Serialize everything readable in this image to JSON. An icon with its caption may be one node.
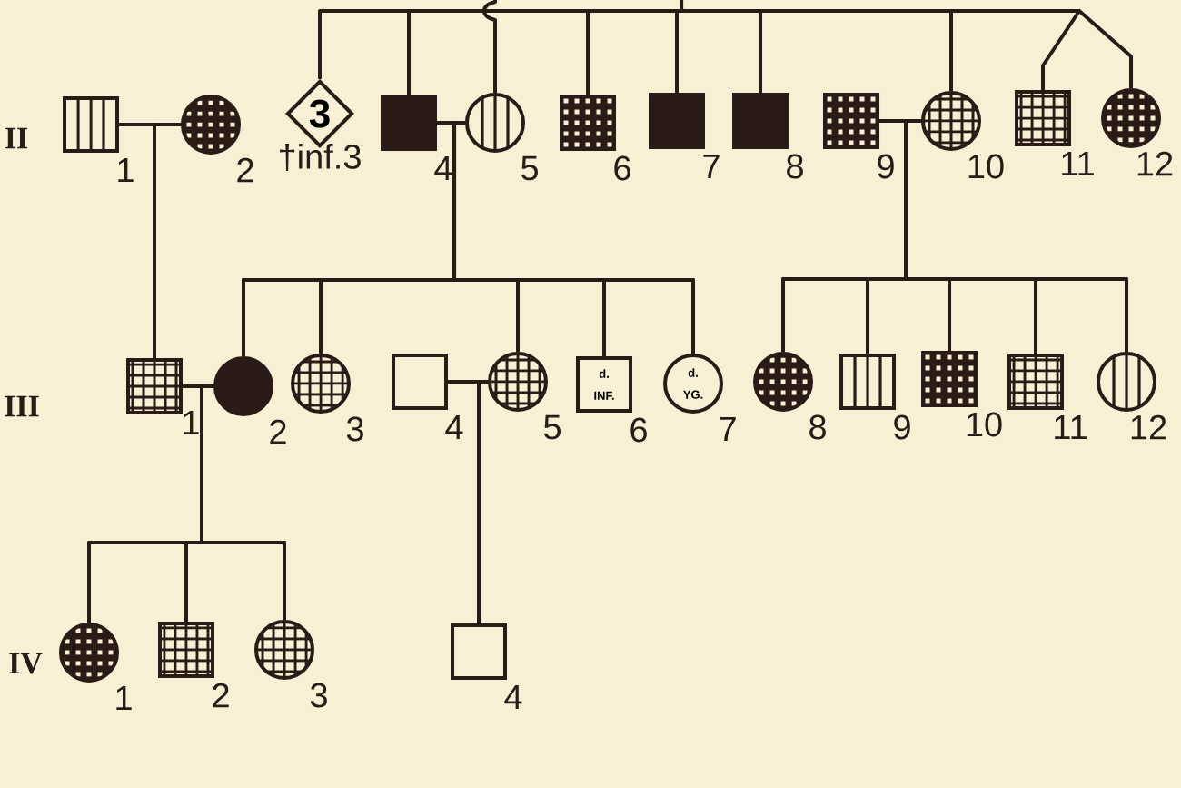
{
  "diagram": {
    "nodes": [
      {
        "text": [],
        "shape": "box",
        "beside": [
          "1"
        ]
      },
      {
        "text": [],
        "shape": "circle",
        "beside": [
          "2"
        ]
      },
      {
        "text": [
          "3"
        ],
        "beside": [
          "†inf.3"
        ]
      },
      {
        "text": [],
        "shape": "box",
        "beside": [
          "4"
        ]
      },
      {
        "text": [],
        "shape": "circle",
        "beside": [
          "5"
        ]
      },
      {
        "text": [],
        "shape": "box",
        "beside": [
          "6"
        ]
      },
      {
        "text": [],
        "shape": "box",
        "beside": [
          "7"
        ]
      },
      {
        "text": [],
        "shape": "box",
        "beside": [
          "8"
        ]
      },
      {
        "text": [],
        "shape": "box",
        "beside": [
          "9"
        ]
      },
      {
        "text": [],
        "shape": "circle",
        "beside": [
          "10"
        ]
      },
      {
        "text": [],
        "shape": "box",
        "beside": [
          "11"
        ]
      },
      {
        "text": [],
        "shape": "circle",
        "beside": [
          "12"
        ]
      },
      {
        "text": [],
        "shape": "box",
        "beside": [
          "1"
        ]
      },
      {
        "text": [],
        "shape": "circle",
        "beside": [
          "2"
        ]
      },
      {
        "text": [],
        "shape": "circle",
        "beside": [
          "3"
        ]
      },
      {
        "text": [],
        "shape": "box",
        "beside": [
          "4"
        ]
      },
      {
        "text": [],
        "shape": "circle",
        "beside": [
          "5"
        ]
      },
      {
        "text": [
          "d. INF."
        ],
        "beside": [
          "6"
        ]
      },
      {
        "text": [
          "d. YG."
        ],
        "beside": [
          "7"
        ]
      },
      {
        "text": [],
        "shape": "circle",
        "beside": [
          "8"
        ]
      },
      {
        "text": [],
        "shape": "box",
        "beside": [
          "9"
        ]
      },
      {
        "text": [],
        "shape": "box",
        "beside": [
          "10"
        ]
      },
      {
        "text": [],
        "shape": "box",
        "beside": [
          "11"
        ]
      },
      {
        "text": [],
        "shape": "circle",
        "beside": [
          "12"
        ]
      },
      {
        "text": [],
        "shape": "circle",
        "beside": [
          "1"
        ]
      },
      {
        "text": [],
        "shape": "box",
        "beside": [
          "2"
        ]
      },
      {
        "text": [],
        "shape": "circle",
        "beside": [
          "3"
        ]
      },
      {
        "text": [],
        "shape": "box",
        "beside": [
          "4"
        ]
      }
    ],
    "edges": [
      {
        "from": 0,
        "to": 1,
        "arrow": "none"
      },
      {
        "from": 3,
        "to": 4,
        "arrow": "none"
      },
      {
        "from": 8,
        "to": 9,
        "arrow": "none"
      },
      {
        "from": 12,
        "to": 13,
        "arrow": "none"
      },
      {
        "from": 15,
        "to": 16,
        "arrow": "none"
      },
      {
        "from": null,
        "to": 2,
        "arrow": "none"
      },
      {
        "from": null,
        "to": 3,
        "arrow": "none"
      },
      {
        "from": null,
        "to": 4,
        "arrow": "none"
      },
      {
        "from": null,
        "to": 5,
        "arrow": "none"
      },
      {
        "from": null,
        "to": 6,
        "arrow": "none"
      },
      {
        "from": null,
        "to": 7,
        "arrow": "none"
      },
      {
        "from": null,
        "to": 9,
        "arrow": "none"
      },
      {
        "from": null,
        "to": 10,
        "arrow": "none"
      },
      {
        "from": null,
        "to": 11,
        "arrow": "none"
      },
      {
        "from": 0,
        "to": 12,
        "arrow": "none"
      },
      {
        "from": 1,
        "to": 12,
        "arrow": "none"
      },
      {
        "from": 3,
        "to": 13,
        "arrow": "none"
      },
      {
        "from": 3,
        "to": 14,
        "arrow": "none"
      },
      {
        "from": 3,
        "to": 16,
        "arrow": "none"
      },
      {
        "from": 3,
        "to": 17,
        "arrow": "none"
      },
      {
        "from": 3,
        "to": 18,
        "arrow": "none"
      },
      {
        "from": 4,
        "to": 13,
        "arrow": "none"
      },
      {
        "from": 4,
        "to": 14,
        "arrow": "none"
      },
      {
        "from": 4,
        "to": 16,
        "arrow": "none"
      },
      {
        "from": 4,
        "to": 17,
        "arrow": "none"
      },
      {
        "from": 4,
        "to": 18,
        "arrow": "none"
      },
      {
        "from": 8,
        "to": 19,
        "arrow": "none"
      },
      {
        "from": 8,
        "to": 20,
        "arrow": "none"
      },
      {
        "from": 8,
        "to": 21,
        "arrow": "none"
      },
      {
        "from": 8,
        "to": 22,
        "arrow": "none"
      },
      {
        "from": 8,
        "to": 23,
        "arrow": "none"
      },
      {
        "from": 9,
        "to": 19,
        "arrow": "none"
      },
      {
        "from": 9,
        "to": 20,
        "arrow": "none"
      },
      {
        "from": 9,
        "to": 21,
        "arrow": "none"
      },
      {
        "from": 9,
        "to": 22,
        "arrow": "none"
      },
      {
        "from": 9,
        "to": 23,
        "arrow": "none"
      },
      {
        "from": 12,
        "to": 24,
        "arrow": "none"
      },
      {
        "from": 12,
        "to": 25,
        "arrow": "none"
      },
      {
        "from": 12,
        "to": 26,
        "arrow": "none"
      },
      {
        "from": 13,
        "to": 24,
        "arrow": "none"
      },
      {
        "from": 13,
        "to": 25,
        "arrow": "none"
      },
      {
        "from": 13,
        "to": 26,
        "arrow": "none"
      },
      {
        "from": 15,
        "to": 27,
        "arrow": "none"
      },
      {
        "from": 16,
        "to": 27,
        "arrow": "none"
      }
    ],
    "labels": [
      "II",
      "III",
      "IV"
    ]
  }
}
